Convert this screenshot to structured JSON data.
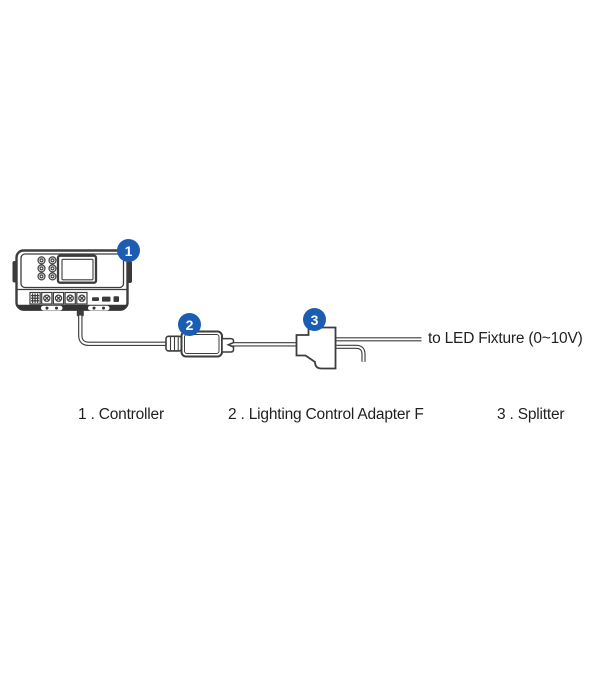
{
  "colors": {
    "badge_blue": "#1a5db3",
    "line_art": "#3d3d3d",
    "text": "#231f20",
    "background": "#ffffff"
  },
  "diagram": {
    "badges": [
      {
        "number": "1",
        "refers_to": "Controller"
      },
      {
        "number": "2",
        "refers_to": "Lighting Control Adapter F"
      },
      {
        "number": "3",
        "refers_to": "Splitter"
      }
    ],
    "output_label": "to LED Fixture (0~10V)",
    "components": [
      "controller-illustration",
      "lighting-control-adapter-illustration",
      "splitter-illustration"
    ]
  },
  "legend": {
    "items": [
      {
        "number": "1",
        "label": "Controller",
        "text": "1 . Controller"
      },
      {
        "number": "2",
        "label": "Lighting Control Adapter F",
        "text": "2 . Lighting Control Adapter F"
      },
      {
        "number": "3",
        "label": "Splitter",
        "text": "3 . Splitter"
      }
    ]
  }
}
